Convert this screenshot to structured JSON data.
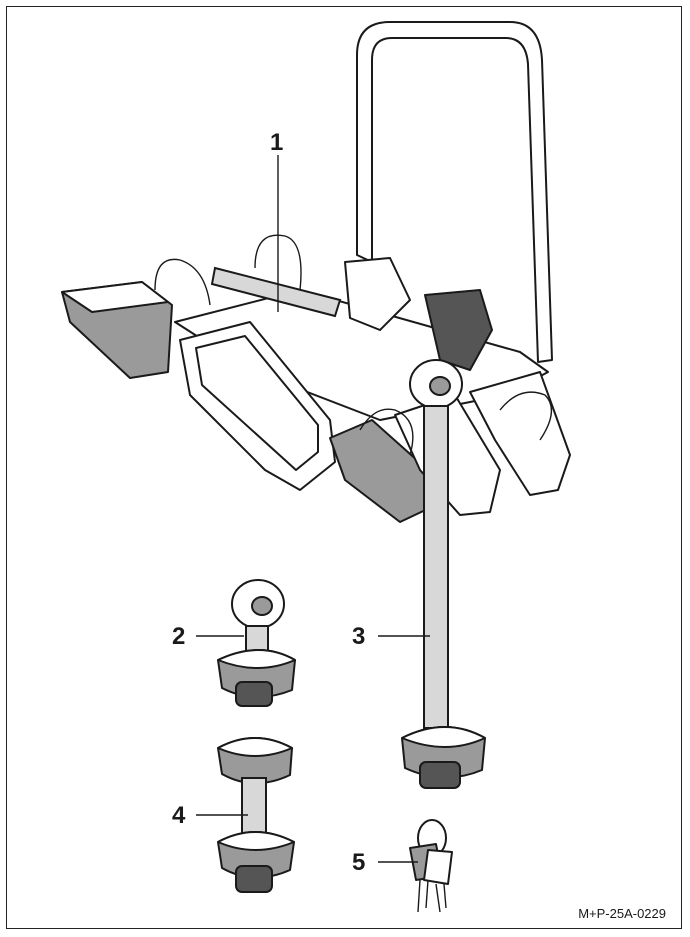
{
  "callouts": [
    {
      "id": "1",
      "label": "1"
    },
    {
      "id": "2",
      "label": "2"
    },
    {
      "id": "3",
      "label": "3"
    },
    {
      "id": "4",
      "label": "4"
    },
    {
      "id": "5",
      "label": "5"
    }
  ],
  "reference_code": "M+P-25A-0229",
  "colors": {
    "line": "#1a1a1a",
    "shade": "#9a9a9a",
    "background": "#ffffff"
  }
}
